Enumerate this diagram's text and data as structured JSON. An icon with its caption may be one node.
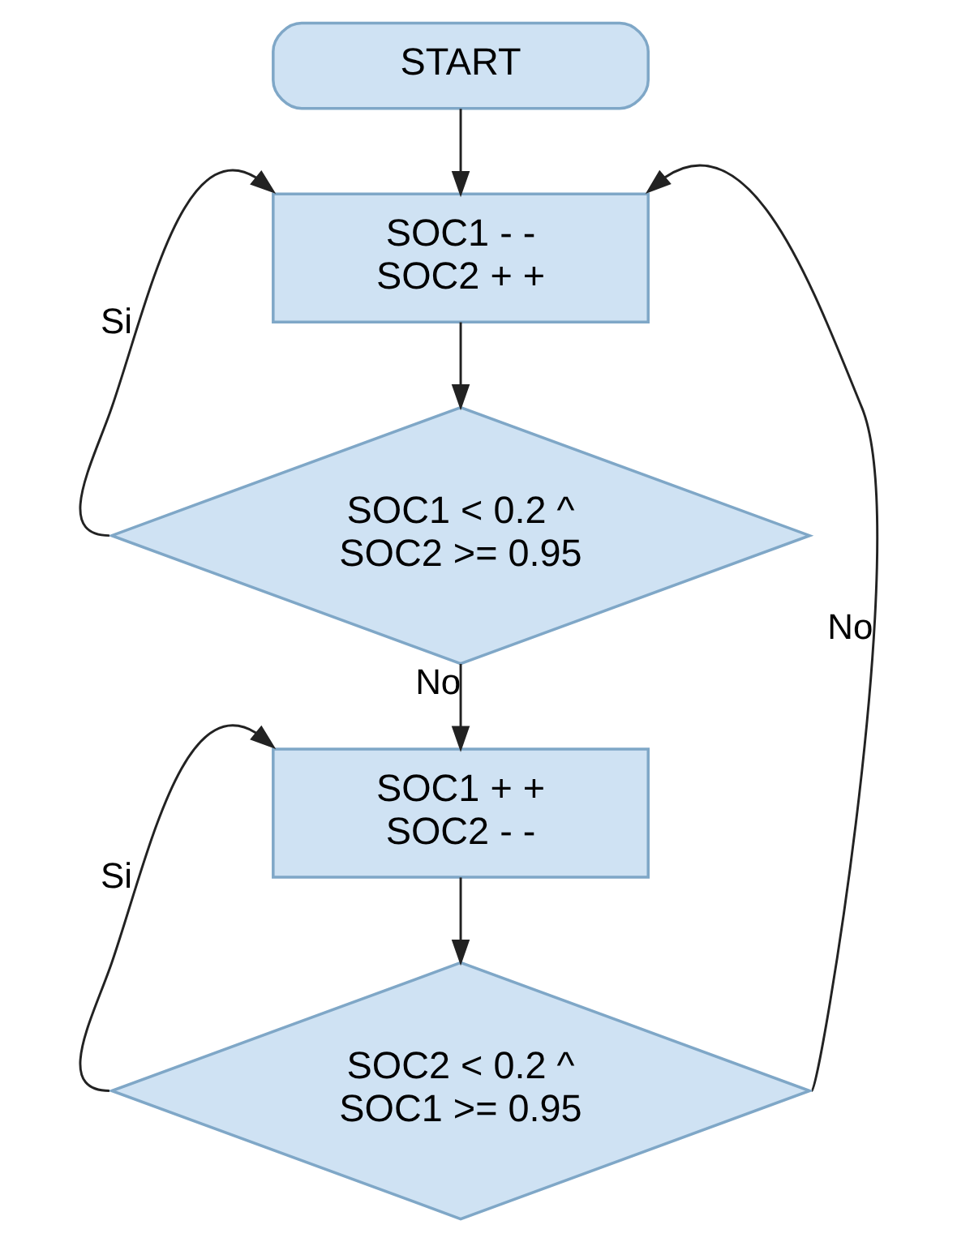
{
  "diagram": {
    "nodes": [
      {
        "text": [
          "START"
        ]
      },
      {
        "text": [
          "SOC1 - - SOC2 + +"
        ]
      },
      {
        "text": [
          "SOC1 < 0.2 ^ SOC2 >= 0.95"
        ]
      },
      {
        "text": [
          "SOC1 + + SOC2 - -"
        ]
      },
      {
        "text": [
          "SOC2 < 0.2 ^ SOC1 >= 0.95"
        ]
      }
    ],
    "edges": [
      {
        "from": 0,
        "to": 1,
        "arrow": "to"
      },
      {
        "from": 1,
        "to": 2,
        "arrow": "to"
      },
      {
        "from": 2,
        "to": 1,
        "arrow": "to",
        "label": "Si"
      },
      {
        "from": 2,
        "to": 3,
        "arrow": "to",
        "label": "No"
      },
      {
        "from": 3,
        "to": 4,
        "arrow": "to"
      },
      {
        "from": 4,
        "to": 3,
        "arrow": "to",
        "label": "Si"
      },
      {
        "from": 4,
        "to": 1,
        "arrow": "to",
        "label": "No"
      }
    ]
  }
}
